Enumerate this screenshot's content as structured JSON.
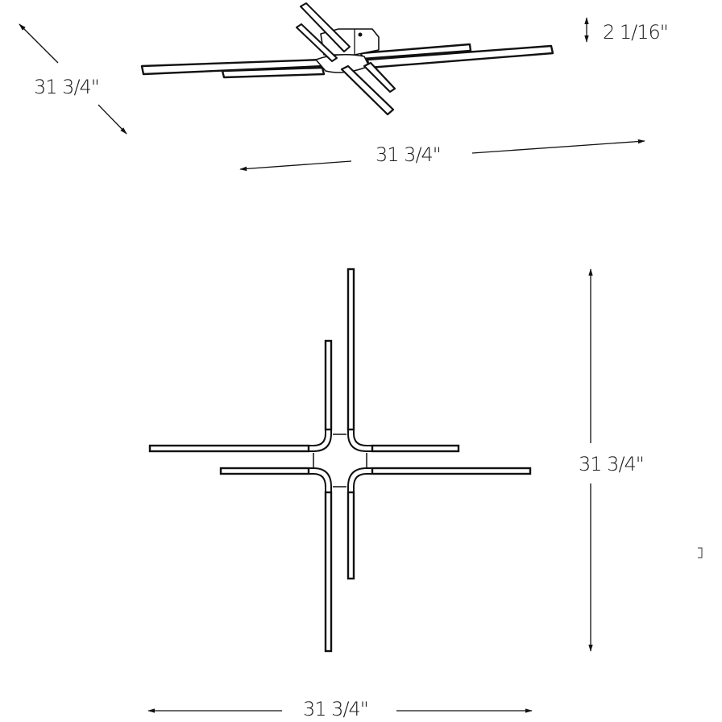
{
  "diagram": {
    "type": "product-dimension-drawing",
    "subject": "cross-shaped linear ceiling light fixture",
    "colors": {
      "line": "#111111",
      "background": "#ffffff",
      "text": "#1a1a1a"
    }
  },
  "isometric_view": {
    "depth_label": "31 3/4\"",
    "width_label": "31 3/4\"",
    "height_label": "2 1/16\""
  },
  "plan_view": {
    "height_label": "31 3/4\"",
    "width_label": "31 3/4\""
  }
}
